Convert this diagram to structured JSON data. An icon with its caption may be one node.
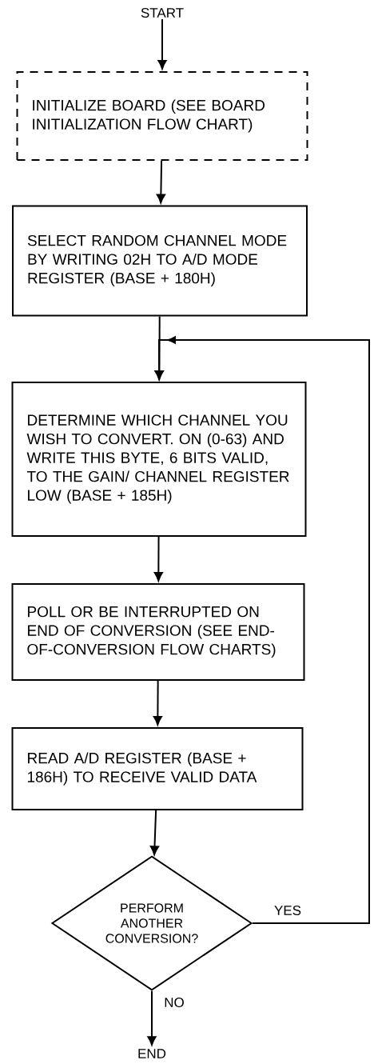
{
  "diagram": {
    "nodes": [
      {
        "text": [
          "START"
        ]
      },
      {
        "text": [
          "INITIALIZE BOARD (SEE BOARD INITIALIZATION FLOW CHART)"
        ]
      },
      {
        "text": [
          "SELECT RANDOM CHANNEL MODE BY WRITING 02H TO A/D MODE REGISTER (BASE + 180H)"
        ]
      },
      {
        "text": [
          "DETERMINE WHICH CHANNEL YOU WISH TO CONVERT. ON (0-63) AND WRITE THIS BYTE, 6 BITS VALID, TO THE GAIN/ CHANNEL REGISTER LOW (BASE + 185H)"
        ]
      },
      {
        "text": [
          "POLL OR BE INTERRUPTED ON END OF CONVERSION (SEE END-OF-CONVERSION FLOW CHARTS)"
        ]
      },
      {
        "text": [
          "READ A/D REGISTER (BASE + 186H) TO RECEIVE VALID DATA"
        ]
      },
      {
        "text": [
          "PERFORM ANOTHER CONVERSION?"
        ]
      },
      {
        "text": [
          "END"
        ]
      }
    ],
    "edges": [
      {
        "from": 0,
        "to": 1,
        "arrow": "to"
      },
      {
        "from": 1,
        "to": 2,
        "arrow": "to"
      },
      {
        "from": 2,
        "to": 3,
        "arrow": "to"
      },
      {
        "from": 3,
        "to": 4,
        "arrow": "to"
      },
      {
        "from": 4,
        "to": 5,
        "arrow": "to"
      },
      {
        "from": 5,
        "to": 6,
        "arrow": "to"
      },
      {
        "from": 6,
        "to": 3,
        "arrow": "to",
        "label": "YES"
      },
      {
        "from": 6,
        "to": 7,
        "arrow": "to",
        "label": "NO"
      }
    ]
  }
}
